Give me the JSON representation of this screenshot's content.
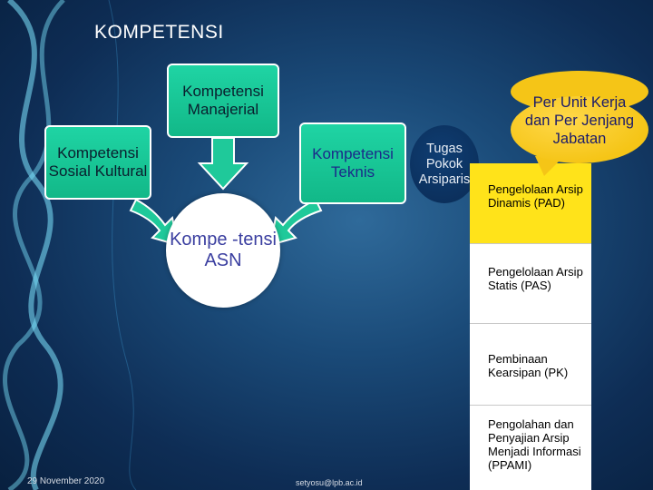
{
  "slide": {
    "title": "KOMPETENSI",
    "nodes": {
      "manajerial": "Kompetensi Manajerial",
      "sosial": "Kompetensi Sosial Kultural",
      "teknis": "Kompetensi Teknis",
      "asn": "Kompe -tensi ASN",
      "tugas": "Tugas Pokok Arsiparis"
    },
    "callout": "Per Unit Kerja dan Per Jenjang Jabatan",
    "list": [
      "Pengelolaan Arsip Dinamis (PAD)",
      "Pengelolaan Arsip Statis (PAS)",
      "Pembinaan Kearsipan (PK)",
      "Pengolahan dan Penyajian Arsip Menjadi Informasi (PPAMI)"
    ],
    "footer": {
      "date": "29 November 2020",
      "email": "setyosu@lpb.ac.id"
    },
    "colors": {
      "green": "#1fd4a4",
      "yellow": "#f5c517",
      "highlight": "#ffe31a",
      "background": "#1a4a78"
    }
  }
}
